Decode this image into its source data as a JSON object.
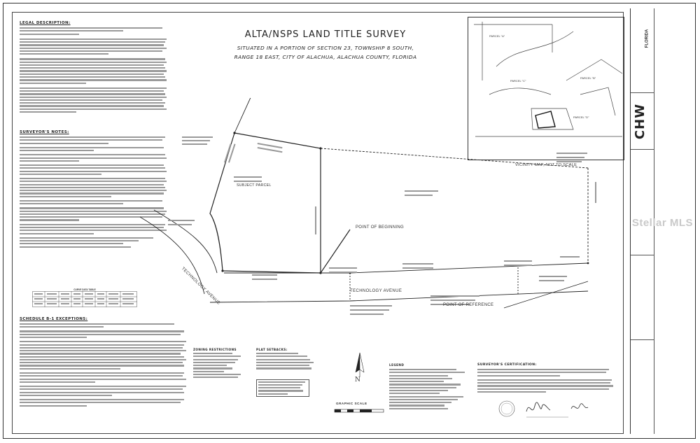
{
  "title": {
    "main": "ALTA/NSPS LAND TITLE SURVEY",
    "line1": "SITUATED IN A PORTION OF SECTION 23, TOWNSHIP 8 SOUTH,",
    "line2": "RANGE 18 EAST, CITY OF ALACHUA, ALACHUA COUNTY, FLORIDA"
  },
  "sections": {
    "legal_description": "LEGAL DESCRIPTION:",
    "surveyors_notes": "SURVEYOR'S NOTES:",
    "schedule_b": "SCHEDULE B-1 EXCEPTIONS:",
    "zoning": "ZONING RESTRICTIONS",
    "plat_setbacks": "PLAT SETBACKS:",
    "legend": "LEGEND",
    "certification": "SURVEYOR'S CERTIFICATION:",
    "curve_table": "CURVE DATA TABLE"
  },
  "map": {
    "subject_parcel": "SUBJECT PARCEL",
    "point_of_beginning": "POINT OF BEGINNING",
    "point_of_reference": "POINT OF REFERENCE",
    "road_upper": "TECHNOLOGY AVENUE",
    "road_lower": "TECHNOLOGY AVENUE",
    "vicinity_caption": "VICINITY MAP, NOT TO SCALE",
    "parcel_a": "PARCEL \"A\"",
    "parcel_b": "PARCEL \"B\"",
    "parcel_c": "PARCEL \"C\"",
    "parcel_d": "PARCEL \"D\"",
    "north": "N",
    "graphic_scale": "GRAPHIC SCALE"
  },
  "title_block": {
    "logo": "CHW",
    "state": "FLORIDA"
  },
  "watermark": "Stellar MLS",
  "colors": {
    "line": "#222222",
    "faint_text": "#9a9a9a",
    "watermark": "#c9c9c9"
  }
}
